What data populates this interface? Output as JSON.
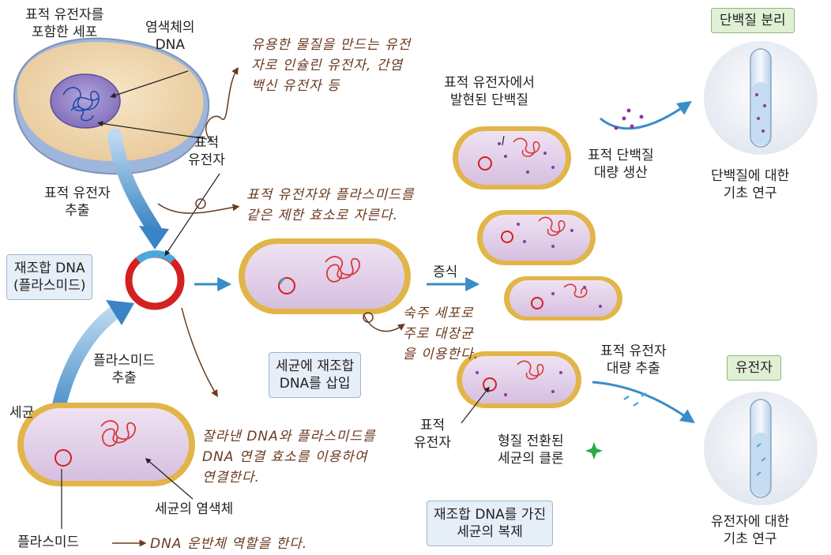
{
  "labels": {
    "target_gene_cell": [
      "표적 유전자를",
      "포함한 세포"
    ],
    "chromosome_dna": [
      "염색체의",
      "DNA"
    ],
    "target_gene_top": [
      "표적",
      "유전자"
    ],
    "target_gene_extract": [
      "표적 유전자",
      "추출"
    ],
    "protein_expressed": [
      "표적 유전자에서",
      "발현된 단백질"
    ],
    "mass_protein": [
      "표적 단백질",
      "대량 생산"
    ],
    "protein_research": [
      "단백질에 대한",
      "기초 연구"
    ],
    "proliferation": "증식",
    "plasmid_extract": [
      "플라스미드",
      "추출"
    ],
    "bacteria": "세균",
    "bacteria_chromosome": "세균의 염색체",
    "plasmid": "플라스미드",
    "target_gene_bottom": [
      "표적",
      "유전자"
    ],
    "transformed_clone": [
      "형질 전환된",
      "세균의 클론"
    ],
    "mass_gene": [
      "표적 유전자",
      "대량 추출"
    ],
    "gene_research": [
      "유전자에 대한",
      "기초 연구"
    ]
  },
  "boxes": {
    "recombinant_dna": [
      "재조합 DNA",
      "(플라스미드)"
    ],
    "insert": [
      "세균에 재조합",
      "DNA를 삽입"
    ],
    "replication": [
      "재조합 DNA를 가진",
      "세균의 복제"
    ]
  },
  "tags": {
    "protein_sep": "단백질 분리",
    "gene": "유전자"
  },
  "notes": {
    "useful_genes": [
      "유용한 물질을 만드는 유전",
      "자로 인슐린 유전자, 간염",
      "백신 유전자 등"
    ],
    "restriction": [
      "표적 유전자와 플라스미드를",
      "같은 제한 효소로 자른다."
    ],
    "host": [
      "숙주 세포로",
      "주로 대장균",
      "을 이용한다."
    ],
    "ligase": [
      "잘라낸 DNA와 플라스미드를",
      "DNA 연결 효소를 이용하여",
      "연결한다."
    ],
    "vector": "DNA 운반체 역할을 한다."
  },
  "colors": {
    "cell_border": "#e0b24a",
    "cell_fill": "#e3cde8",
    "dna": "#d83a3a",
    "plasmid_ring": "#d42020",
    "insert_segment": "#4aa8dc",
    "arrow_blue": "#3a8cc8",
    "note_brown": "#6b3a1f",
    "box_bg": "#e6eef8",
    "tag_bg": "#dff0d4"
  }
}
